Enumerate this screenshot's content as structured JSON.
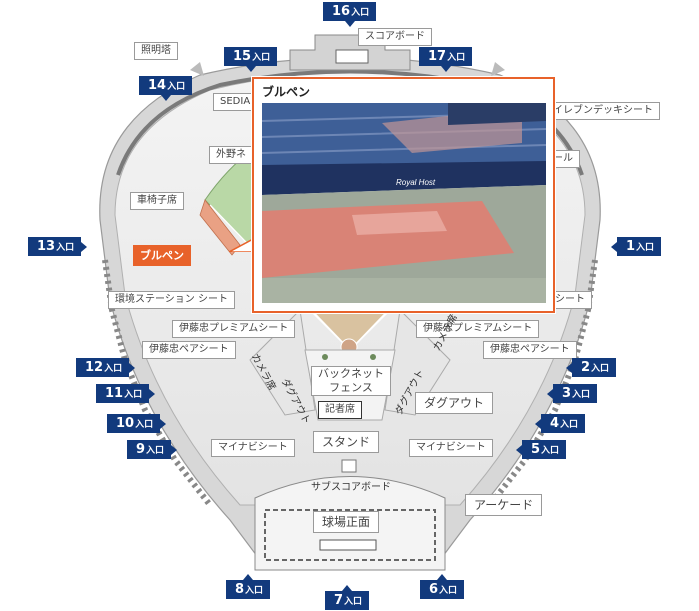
{
  "colors": {
    "gate_bg": "#123a7d",
    "accent": "#e8622a",
    "field_green": "#b9d8a6",
    "stand_gray": "#ececec"
  },
  "gates": [
    {
      "num": "16",
      "sub": "入口"
    },
    {
      "num": "15",
      "sub": "入口"
    },
    {
      "num": "17",
      "sub": "入口"
    },
    {
      "num": "14",
      "sub": "入口"
    },
    {
      "num": "13",
      "sub": "入口"
    },
    {
      "num": "1",
      "sub": "入口"
    },
    {
      "num": "12",
      "sub": "入口"
    },
    {
      "num": "2",
      "sub": "入口"
    },
    {
      "num": "11",
      "sub": "入口"
    },
    {
      "num": "3",
      "sub": "入口"
    },
    {
      "num": "10",
      "sub": "入口"
    },
    {
      "num": "4",
      "sub": "入口"
    },
    {
      "num": "9",
      "sub": "入口"
    },
    {
      "num": "5",
      "sub": "入口"
    },
    {
      "num": "8",
      "sub": "入口"
    },
    {
      "num": "7",
      "sub": "入口"
    },
    {
      "num": "6",
      "sub": "入口"
    }
  ],
  "labels": {
    "lighting_tower": "照明塔",
    "scoreboard": "スコアボード",
    "sedia": "SEDIAビ",
    "outfield": "外野ネ",
    "seven_eleven_deck": "イレブンデッキシート",
    "pole_right": "ール",
    "wheelchair": "車椅子席",
    "bullpen": "ブルペン",
    "env_station": "環境ステーション シート",
    "seat_right": "シート",
    "itochu_premium_left": "伊藤忠プレミアムシート",
    "itochu_premium_right": "伊藤忠プレミアムシート",
    "itochu_pair_left": "伊藤忠ペアシート",
    "itochu_pair_right": "伊藤忠ペアシート",
    "camera_left": "カメラ席",
    "camera_right": "カメラ席",
    "dugout_left": "ダグアウト",
    "dugout_right": "ダグアウト",
    "dugout_label": "ダグアウト",
    "backnet_fence": "バックネット\nフェンス",
    "press": "記者席",
    "stand": "スタンド",
    "mynavi_left": "マイナビシート",
    "mynavi_right": "マイナビシート",
    "sub_scoreboard": "サブスコアボード",
    "arcade": "アーケード",
    "main_front": "球場正面"
  },
  "popup": {
    "title": "ブルペン",
    "photo_text": "Royal Host"
  }
}
